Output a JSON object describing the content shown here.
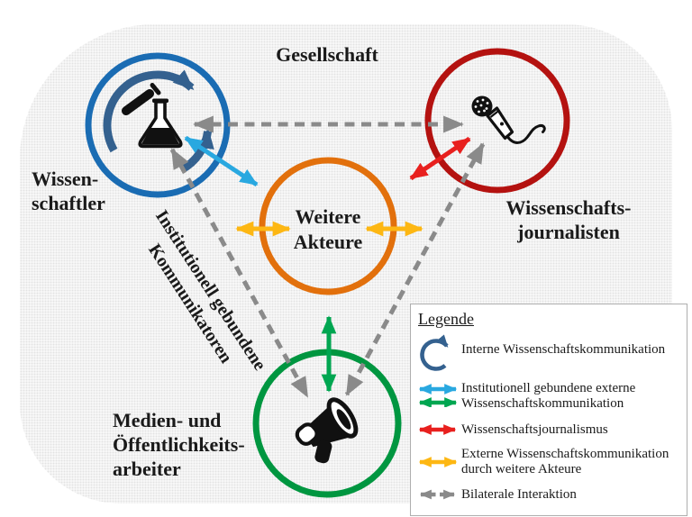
{
  "title": "Gesellschaft",
  "nodes": {
    "scientists": {
      "label_lines": [
        "Wissen-",
        "schaftler"
      ],
      "icon": "flask-icon"
    },
    "journalists": {
      "label_lines": [
        "Wissenschafts-",
        "journalisten"
      ],
      "icon": "microphone-icon"
    },
    "other_actors": {
      "label_lines": [
        "Weitere",
        "Akteure"
      ]
    },
    "media_pr": {
      "label_lines": [
        "Medien- und",
        "Öffentlichkeits-",
        "arbeiter"
      ],
      "icon": "megaphone-icon"
    }
  },
  "diagonal_label_lines": [
    "Institutionell gebundene",
    "Kommunikatoren"
  ],
  "legend": {
    "title": "Legende",
    "items": [
      {
        "symbol": "circular-arrow",
        "lines": [
          "Interne Wissenschaftskommunikation",
          ""
        ]
      },
      {
        "symbol": "double-arrow-pair",
        "lines": [
          "Institutionell gebundene externe",
          "Wissenschaftskommunikation"
        ]
      },
      {
        "symbol": "double-arrow-red",
        "lines": [
          "Wissenschaftsjournalismus",
          ""
        ]
      },
      {
        "symbol": "double-arrow-yellow",
        "lines": [
          "Externe Wissenschaftskommunikation",
          "durch weitere Akteure"
        ]
      },
      {
        "symbol": "dashed-double-arrow",
        "lines": [
          "Bilaterale Interaktion",
          ""
        ]
      }
    ]
  },
  "colors": {
    "blue_ring": "#1A6CB3",
    "blue_arc": "#34618F",
    "cyan": "#29A8E0",
    "red_ring": "#B41210",
    "red_arrow": "#E8201E",
    "orange_ring": "#E2700C",
    "yellow": "#FDB713",
    "green_ring": "#009640",
    "green_arrow": "#00A651",
    "gray": "#8A8A8A",
    "text": "#1A1A1A"
  }
}
